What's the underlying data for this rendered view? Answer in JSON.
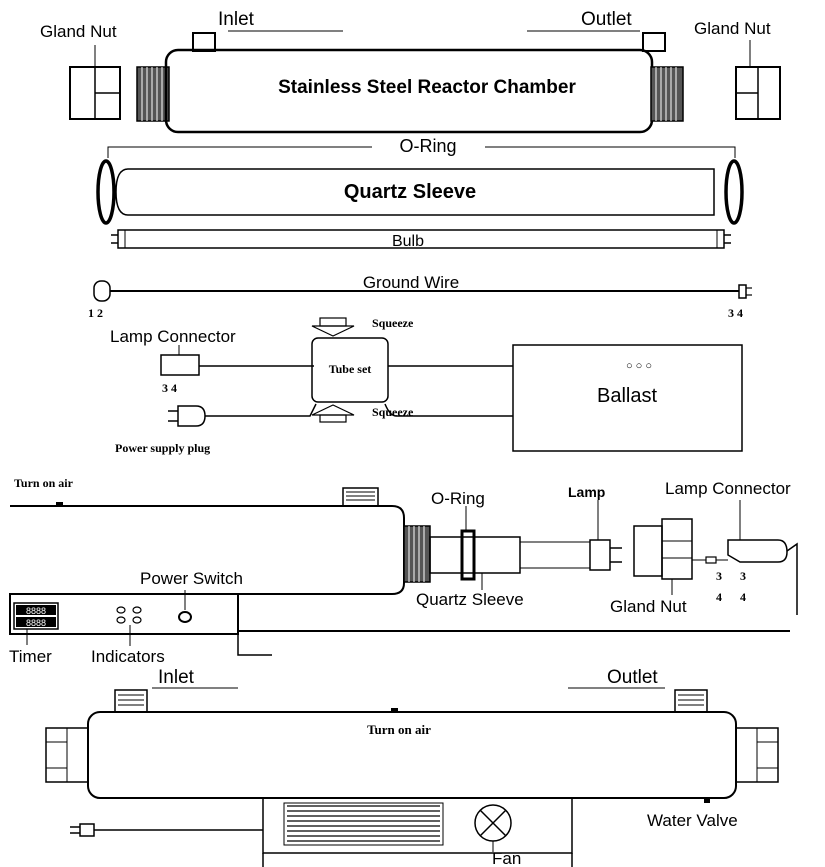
{
  "top": {
    "gland_nut_left": "Gland Nut",
    "inlet": "Inlet",
    "outlet": "Outlet",
    "gland_nut_right": "Gland Nut",
    "chamber": "Stainless Steel Reactor Chamber",
    "o_ring": "O-Ring",
    "quartz_sleeve": "Quartz Sleeve",
    "bulb": "Bulb",
    "ground_wire": "Ground Wire",
    "pins_left": "1 2",
    "pins_right": "3 4"
  },
  "wiring": {
    "lamp_connector": "Lamp Connector",
    "lamp_connector_pins": "3 4",
    "squeeze_top": "Squeeze",
    "squeeze_bottom": "Squeeze",
    "tube_set": "Tube set",
    "ballast": "Ballast",
    "ballast_dots": "○ ○ ○",
    "power_plug": "Power supply plug"
  },
  "middle": {
    "turn_on_air": "Turn on air",
    "o_ring": "O-Ring",
    "lamp": "Lamp",
    "lamp_connector": "Lamp Connector",
    "power_switch": "Power Switch",
    "quartz_sleeve": "Quartz Sleeve",
    "gland_nut": "Gland Nut",
    "pin3_a": "3",
    "pin4_a": "4",
    "pin3_b": "3",
    "pin4_b": "4",
    "timer_digits_1": "8888",
    "timer_digits_2": "8888",
    "timer": "Timer",
    "indicators": "Indicators"
  },
  "bottom": {
    "inlet": "Inlet",
    "outlet": "Outlet",
    "turn_on_air": "Turn on air",
    "water_valve": "Water Valve",
    "fan": "Fan"
  }
}
